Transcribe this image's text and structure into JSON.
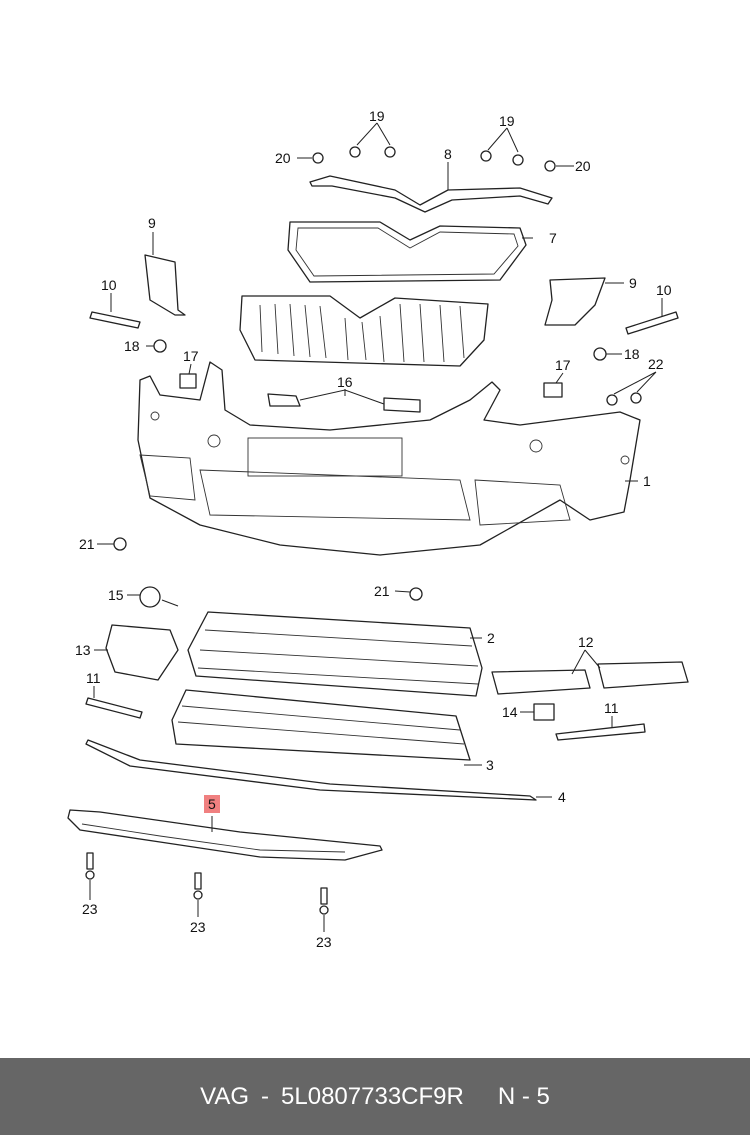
{
  "diagram": {
    "callouts": [
      "20",
      "19",
      "19",
      "8",
      "20",
      "9",
      "7",
      "9",
      "10",
      "10",
      "18",
      "17",
      "18",
      "17",
      "22",
      "16",
      "1",
      "21",
      "21",
      "15",
      "2",
      "13",
      "12",
      "11",
      "14",
      "11",
      "3",
      "4",
      "5",
      "23",
      "23",
      "23"
    ],
    "highlight_color": "#f08080",
    "highlighted_part": "5"
  },
  "footer": {
    "brand": "VAG",
    "separator": "-",
    "part_number": "5L0807733CF9R",
    "position_label": "N - 5",
    "background": "#666666"
  }
}
